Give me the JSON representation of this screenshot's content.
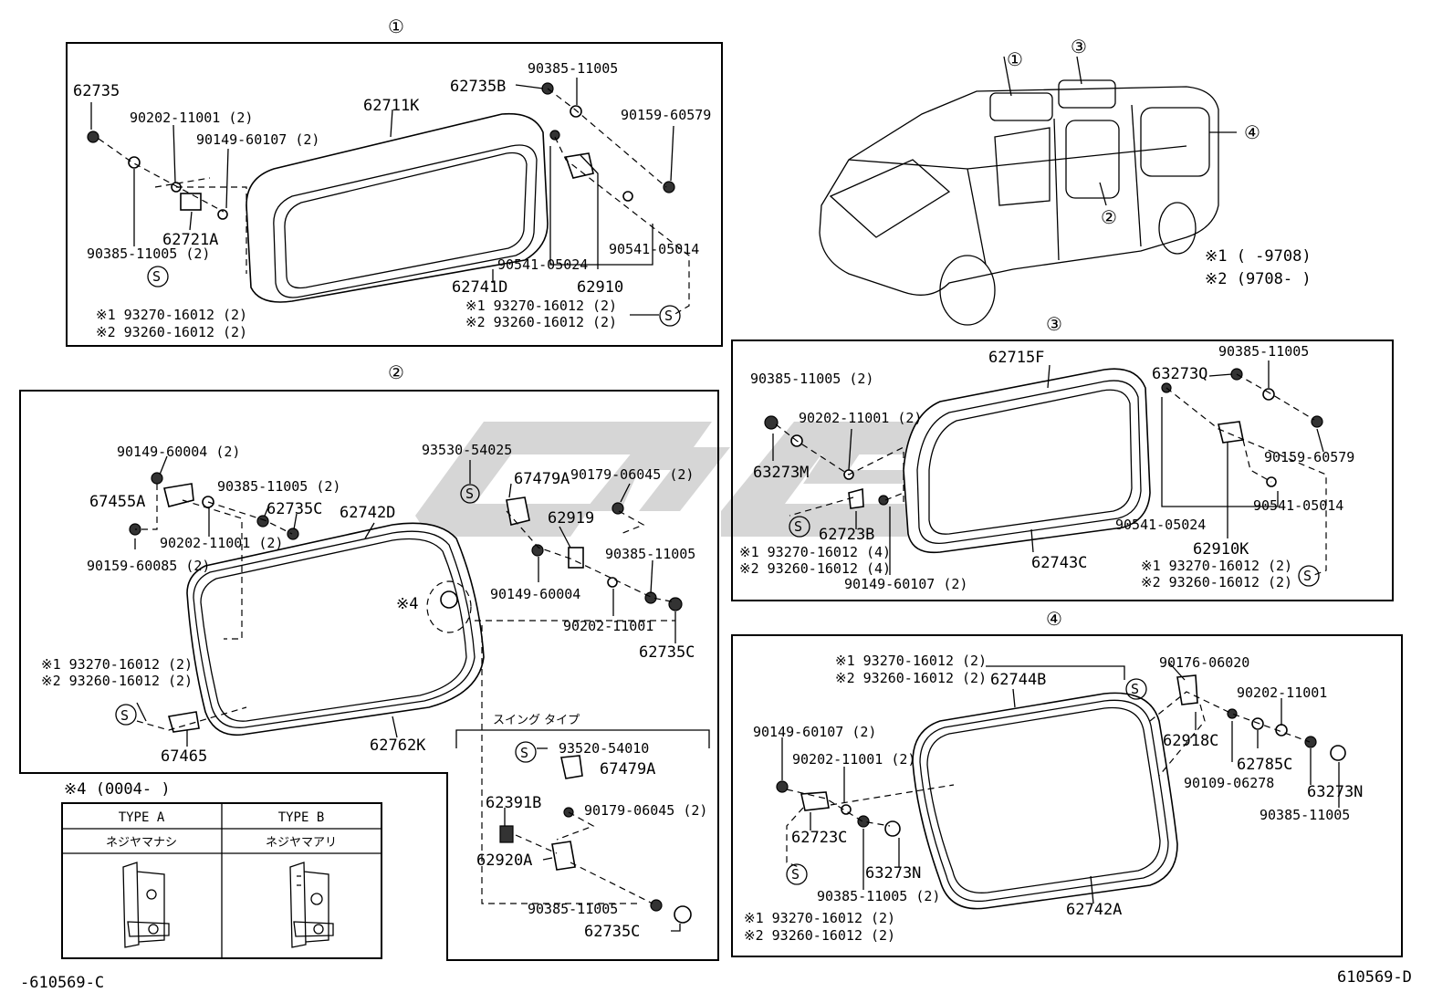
{
  "sections": {
    "s1": "①",
    "s2": "②",
    "s3": "③",
    "s4": "④"
  },
  "vehicle": {
    "c1": "①",
    "c2": "②",
    "c3": "③",
    "c4": "④",
    "note1": "※1 (      -9708)",
    "note2": "※2 (9708-      )"
  },
  "s1_labels": {
    "a": "62735",
    "b": "90202-11001 (2)",
    "c": "90149-60107 (2)",
    "d": "62711K",
    "e": "62721A",
    "f": "90385-11005 (2)",
    "g": "S",
    "h": "※1 93270-16012 (2)",
    "i": "※2 93260-16012 (2)",
    "j": "62735B",
    "k": "90385-11005",
    "l": "90159-60579",
    "m": "90541-05014",
    "n": "90541-05024",
    "o": "62910",
    "p": "62741D",
    "q": "※1 93270-16012 (2)",
    "r": "※2 93260-16012 (2)",
    "s": "S"
  },
  "s2_labels": {
    "a": "90149-60004 (2)",
    "b": "67455A",
    "c": "90385-11005 (2)",
    "d": "62735C",
    "e": "62742D",
    "f": "90202-11001 (2)",
    "g": "90159-60085 (2)",
    "h": "93530-54025",
    "i": "S",
    "j": "67479A",
    "k": "90179-06045 (2)",
    "l": "62919",
    "m": "90385-11005",
    "n": "90149-60004",
    "o": "※4",
    "p": "90202-11001",
    "q": "62735C",
    "r": "※1 93270-16012 (2)",
    "s": "※2 93260-16012 (2)",
    "t": "S",
    "u": "67465",
    "v": "62762K",
    "swing_title": "スイング タイプ",
    "w": "93520-54010",
    "x": "67479A",
    "y": "62391B",
    "z": "90179-06045 (2)",
    "aa": "62920A",
    "bb": "90385-11005",
    "cc": "62735C",
    "dd": "S"
  },
  "s3_labels": {
    "a": "62715F",
    "b": "90385-11005",
    "c": "90385-11005 (2)",
    "d": "63273Q",
    "e": "90202-11001 (2)",
    "f": "63273M",
    "g": "90159-60579",
    "h": "90541-05014",
    "i": "90541-05024",
    "j": "62723B",
    "k": "S",
    "l": "※1 93270-16012 (4)",
    "m": "※2 93260-16012 (4)",
    "n": "90149-60107 (2)",
    "o": "62743C",
    "p": "62910K",
    "q": "※1 93270-16012 (2)",
    "r": "※2 93260-16012 (2)",
    "s": "S"
  },
  "s4_labels": {
    "a": "※1 93270-16012 (2)",
    "b": "※2 93260-16012 (2)",
    "c": "62744B",
    "d": "90176-06020",
    "e": "S",
    "f": "90202-11001",
    "g": "90149-60107 (2)",
    "h": "90202-11001 (2)",
    "i": "62918C",
    "j": "62785C",
    "k": "90109-06278",
    "l": "63273N",
    "m": "90385-11005",
    "n": "62723C",
    "o": "63273N",
    "p": "90385-11005 (2)",
    "q": "S",
    "r": "※1 93270-16012 (2)",
    "s": "※2 93260-16012 (2)",
    "t": "62742A"
  },
  "type_table": {
    "note": "※4 (0004-      )",
    "col_a": "TYPE A",
    "col_b": "TYPE B",
    "row_a": "ネジヤマナシ",
    "row_b": "ネジヤマアリ"
  },
  "footer": {
    "left": "-610569-C",
    "right": "610569-D"
  },
  "watermark_color": "#c8c8c8"
}
